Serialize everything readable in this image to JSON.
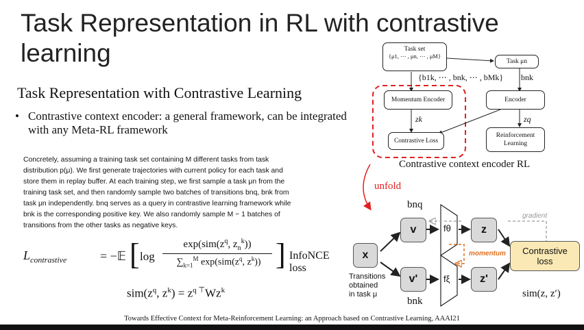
{
  "title": "Task Representation in RL with contrastive learning",
  "subtitle": "Task Representation with Contrastive Learning",
  "bullet": {
    "marker": "•",
    "text": "Contrastive context encoder: a general framework, can be integrated with any Meta-RL framework"
  },
  "paragraph": [
    "Concretely, assuming a training task set containing M different tasks from task",
    "distribution p(μ). We first generate trajectories with current policy for each task and",
    "store them in replay buffer. At each training step, we first sample a task μn from the",
    "training task set, and then randomly sample two batches of transitions bnq, bnk from",
    "task μn independently. bnq serves as a query in contrastive learning framework while",
    "bnk is the corresponding positive key. We also randomly sample M − 1 batches of",
    "transitions from the other tasks as negative keys."
  ],
  "equations": {
    "loss_label": "InfoNCE loss",
    "loss_lhs": "L",
    "loss_lhs_sub": "contrastive",
    "loss_rhs": "= −𝔼",
    "log": "log",
    "numerator": "exp(sim(z",
    "denominator": "exp(sim(z",
    "sum_top": "M",
    "sum_bottom": "k=1",
    "sim_eq": "sim(z",
    "sim_rhs": "= z",
    "sim_W": "Wz"
  },
  "top_diagram": {
    "task_set_label": "Task set",
    "task_set_value": "{μ1, ⋯ , μn, ⋯ , μM}",
    "task_mu": "Task μn",
    "batch_set": "{b1k, ⋯ , bnk, ⋯ , bMk}",
    "bnk": "bnk",
    "momentum_encoder": "Momentum Encoder",
    "encoder": "Encoder",
    "zk": "zk",
    "zq": "zq",
    "contrastive_loss": "Contrastive Loss",
    "rl_line1": "Reinforcement",
    "rl_line2": "Learning",
    "caption": "Contrastive context encoder RL",
    "unfold": "unfold"
  },
  "bottom_diagram": {
    "bnq": "bnq",
    "bnk": "bnk",
    "v": "v",
    "v_prime": "v'",
    "x": "x",
    "f_theta": "fθ",
    "f_xi": "fξ",
    "z": "z",
    "z_prime": "z'",
    "gradient": "gradient",
    "momentum": "momentum",
    "contrastive_line1": "Contrastive",
    "contrastive_line2": "loss",
    "transitions": [
      "Transitions",
      "obtained",
      "in task μ"
    ],
    "sim": "sim(z, z′)"
  },
  "footer": "Towards Effective Context for Meta-Reinforcement Learning: an Approach based on Contrastive Learning, AAAI21",
  "colors": {
    "red_dashed": "#e02020",
    "momentum_orange": "#e07020",
    "loss_fill": "#fbe9b5",
    "grey_box": "#d9d9d9"
  }
}
